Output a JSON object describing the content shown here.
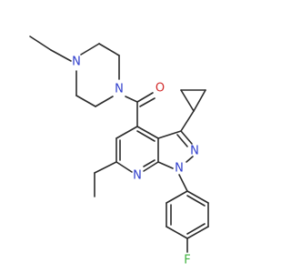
{
  "molecule": {
    "atoms": [
      {
        "id": "N_pip1",
        "label": "N",
        "color": "#2e3dcc"
      },
      {
        "id": "N_pip4",
        "label": "N",
        "color": "#2e3dcc"
      },
      {
        "id": "O_carbonyl",
        "label": "O",
        "color": "#d22b2b"
      },
      {
        "id": "N_pyrazole_2",
        "label": "N",
        "color": "#2e3dcc"
      },
      {
        "id": "N_pyrazole_1",
        "label": "N",
        "color": "#2e3dcc"
      },
      {
        "id": "N_pyridine",
        "label": "N",
        "color": "#2e3dcc"
      },
      {
        "id": "F_aryl",
        "label": "F",
        "color": "#3fb33f"
      }
    ]
  }
}
